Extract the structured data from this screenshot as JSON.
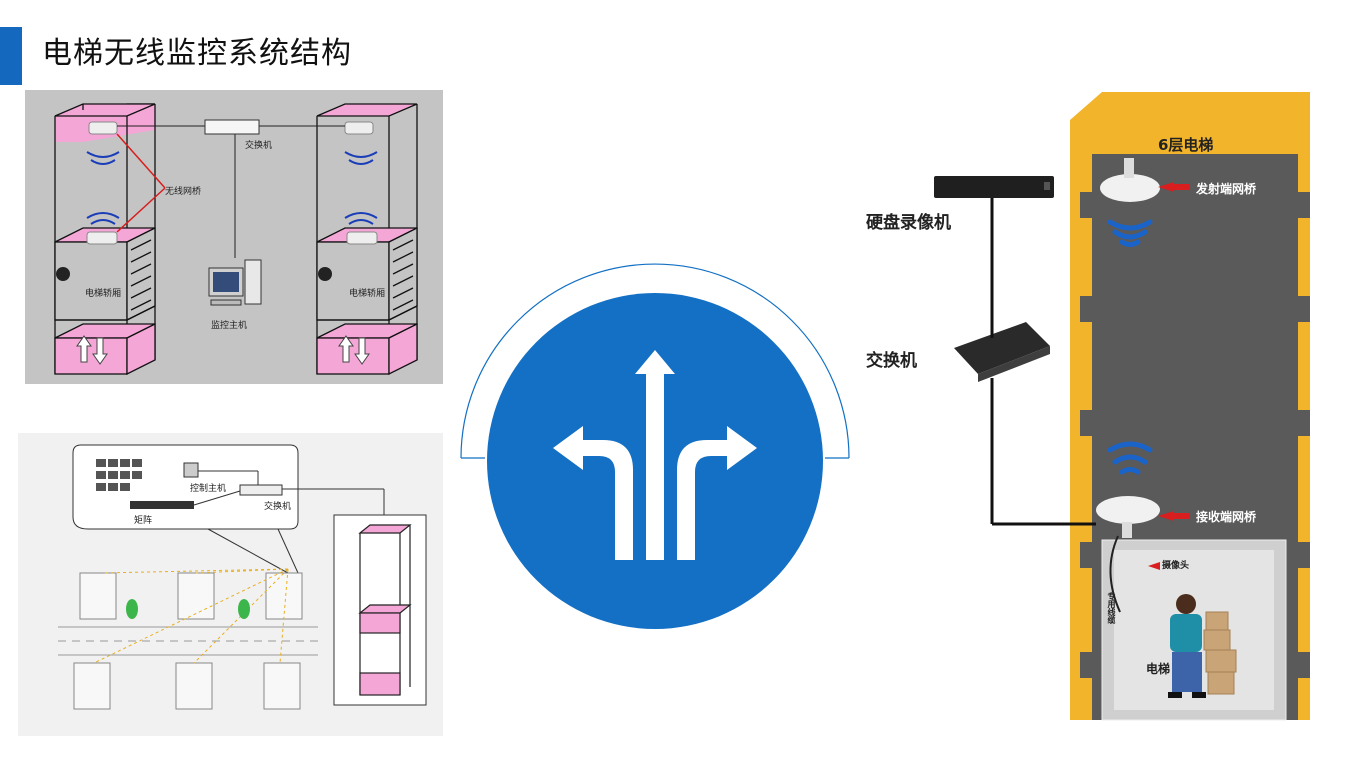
{
  "page": {
    "title": "电梯无线监控系统结构"
  },
  "diagram_a": {
    "labels": {
      "switch": "交换机",
      "wireless_bridge": "无线网桥",
      "car_left": "电梯轿厢",
      "car_right": "电梯轿厢",
      "monitor_host": "监控主机"
    }
  },
  "diagram_b": {
    "labels": {
      "control_host": "控制主机",
      "switch": "交换机",
      "matrix": "矩阵"
    }
  },
  "diagram_c": {
    "labels": {
      "floor_title": "6层电梯",
      "transmit_bridge": "发射端网桥",
      "dvr": "硬盘录像机",
      "switch": "交换机",
      "receive_bridge": "接收端网桥",
      "camera": "摄像头",
      "cable": "专用线缆",
      "elevator": "电梯"
    }
  },
  "colors": {
    "title_accent": "#1469bf",
    "sign_blue": "#1370c4",
    "shaft_yellow": "#f2b42a",
    "shaft_gray": "#5a5a5a",
    "cabin_pink": "#f4a7d6",
    "arrow_red": "#d81e1e"
  }
}
